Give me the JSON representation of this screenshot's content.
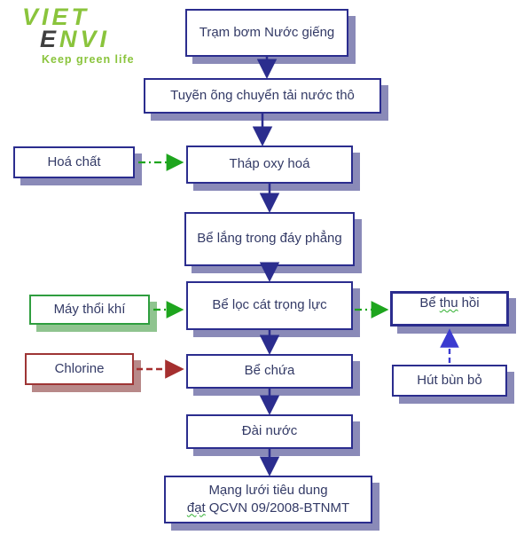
{
  "logo": {
    "word1": "VIET",
    "word2_first": "E",
    "word2_rest": "NVI",
    "tagline": "Keep green life"
  },
  "flow": {
    "tram_bom": "Trạm bơm Nước giếng",
    "tuyen_ong": "Tuyẽn õng chuyển tải nước thô",
    "thap_oxy": "Tháp oxy hoá",
    "be_lang": "Bể lắng trong đáy phẳng",
    "be_loc": "Bể lọc cát trọng lực",
    "be_chua": "Bể chứa",
    "dai_nuoc": "Đài nước",
    "mang_luoi_line1": "Mạng lưới tiêu dung",
    "mang_luoi_dat": "đạt",
    "mang_luoi_rest": "QCVN 09/2008-BTNMT"
  },
  "inputs": {
    "hoa_chat": "Hoá chất",
    "may_thoi_khi": "Máy thổi khí",
    "chlorine": "Chlorine"
  },
  "side": {
    "be_thu_hoi_pre": "Bể",
    "be_thu_hoi_squiggle": "thu",
    "be_thu_hoi_post": "hồi",
    "hut_bun_bo": "Hút bùn bỏ"
  },
  "colors": {
    "box_border": "#2b2d8e",
    "box_shadow": "#8a8ab8",
    "green_border": "#2f9e3f",
    "green_shadow": "#8fc48f",
    "red_border": "#9e3535",
    "red_shadow": "#b88989",
    "arrow_navy": "#2b2d8e",
    "arrow_green": "#1ea51e",
    "arrow_red": "#a52f2f",
    "arrow_blue": "#3b3bd0",
    "text": "#333a66",
    "logo_green": "#8ac43c",
    "logo_dark": "#3f3f3f"
  }
}
